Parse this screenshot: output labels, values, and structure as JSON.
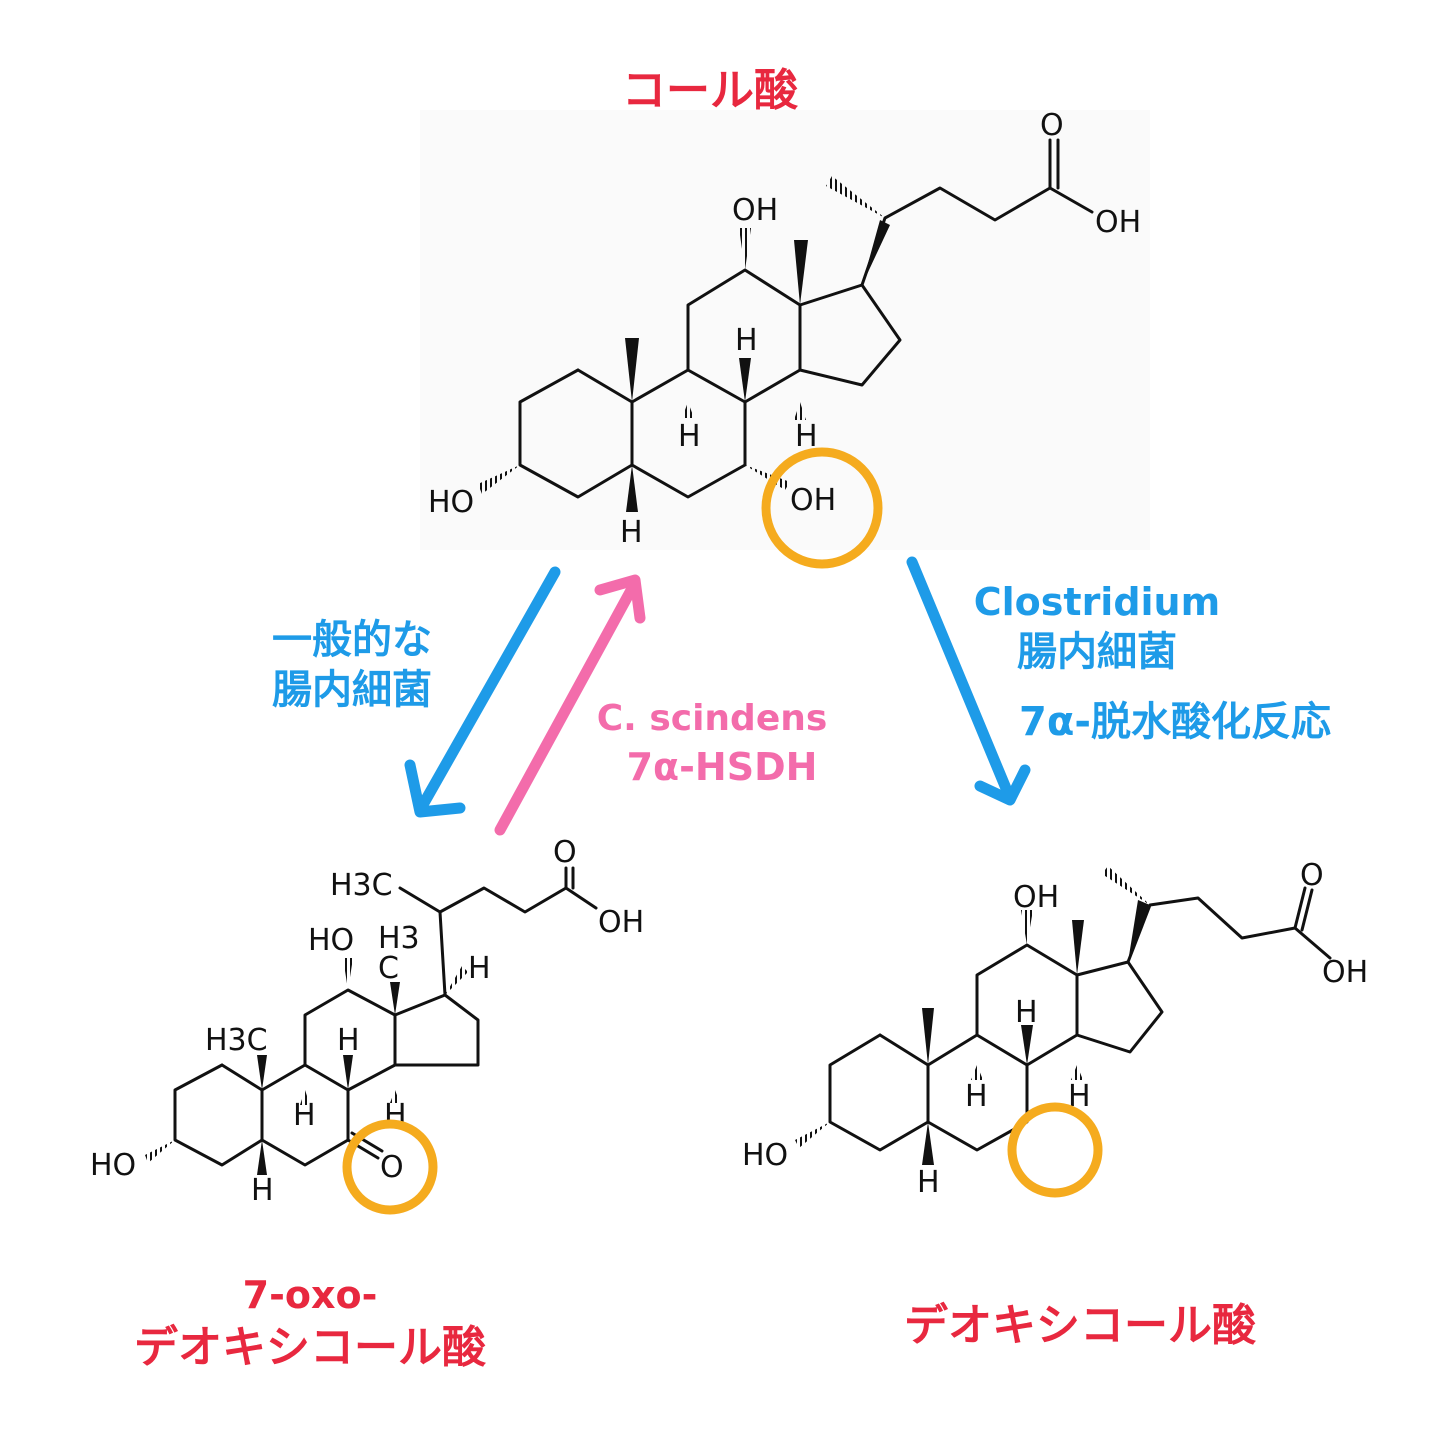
{
  "colors": {
    "red": "#e8283f",
    "blue": "#1e9be8",
    "pink": "#f36cab",
    "orange": "#f5ab1e",
    "ink": "#111111"
  },
  "molecules": {
    "cholic": {
      "title": "コール酸",
      "atoms": {
        "o_acid": "O",
        "oh_acid": "OH",
        "oh12": "OH",
        "h_top": "H",
        "h9": "H",
        "h14": "H",
        "ho3": "HO",
        "h5": "H",
        "oh7": "OH"
      }
    },
    "oxo": {
      "title_line1": "7-oxo-",
      "title_line2": "デオキシコール酸",
      "atoms": {
        "h3c_side": "H3C",
        "o_acid": "O",
        "oh_acid": "OH",
        "oh12": "HO",
        "h3c_18": "H3",
        "c_18": "C",
        "h17": "H",
        "h3c_19": "H3C",
        "h8": "H",
        "h9": "H",
        "h14": "H",
        "ho3": "HO",
        "h5": "H",
        "o7": "O"
      }
    },
    "deoxy": {
      "title": "デオキシコール酸",
      "atoms": {
        "o_acid": "O",
        "oh_acid": "OH",
        "oh12": "OH",
        "h8": "H",
        "h9": "H",
        "h14": "H",
        "ho3": "HO",
        "h5": "H"
      }
    }
  },
  "arrows": {
    "left_down": {
      "line1": "一般的な",
      "line2": "腸内細菌"
    },
    "left_up": {
      "line1": "C. scindens",
      "line2": "7α-HSDH"
    },
    "right_down": {
      "line1": "Clostridium",
      "line2": "腸内細菌",
      "line3": "7α-脱水酸化反応"
    }
  }
}
